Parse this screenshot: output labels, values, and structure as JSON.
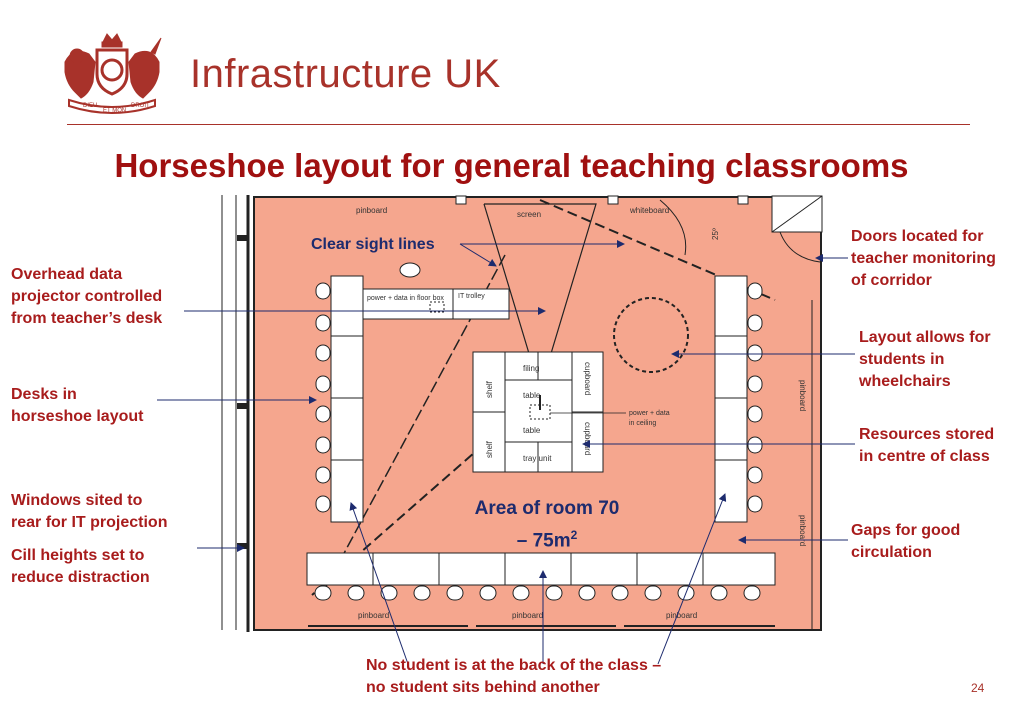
{
  "header": {
    "brand": "Infrastructure UK",
    "emblem_icon": "royal-coat-of-arms-icon",
    "emblem_mottos": [
      "DIEU",
      "ET MON",
      "DROIT"
    ]
  },
  "title": "Horseshoe layout for general teaching classrooms",
  "plan_labels": {
    "pinboard_top": "pinboard",
    "screen": "screen",
    "whiteboard": "whiteboard",
    "angle": "25º",
    "power_floor": "power + data in floor box",
    "it_trolley": "IT trolley",
    "shelf_top": "shelf",
    "shelf_bottom": "shelf",
    "filing": "filing",
    "table_top": "table",
    "table_bottom": "table",
    "tray_unit": "tray unit",
    "cupboard_top": "cupboard",
    "cupboard_bottom": "cupboard",
    "power_ceiling": "power + data in ceiling",
    "pinboard_right_1": "pinboard",
    "pinboard_right_2": "pinboard",
    "pinboard_bottom_1": "pinboard",
    "pinboard_bottom_2": "pinboard",
    "pinboard_bottom_3": "pinboard"
  },
  "area": {
    "line1": "Area of room 70",
    "line2": "– 75m",
    "sup": "2"
  },
  "callouts": {
    "clear_sight": "Clear sight lines",
    "projector": [
      "Overhead data",
      "projector controlled",
      "from teacher’s desk"
    ],
    "desks": [
      "Desks in",
      "horseshoe layout"
    ],
    "windows": [
      "Windows sited to",
      "rear for IT projection"
    ],
    "cill": [
      "Cill heights set to",
      "reduce distraction"
    ],
    "doors": [
      "Doors located for",
      "teacher monitoring",
      "of corridor"
    ],
    "wheelchairs": [
      "Layout allows for",
      "students in",
      "wheelchairs"
    ],
    "resources": [
      "Resources stored",
      "in centre of class"
    ],
    "gaps": [
      "Gaps for good",
      "circulation"
    ],
    "no_student": [
      "No student is at the back of the class –",
      "no student sits behind another"
    ]
  },
  "page_number": "24",
  "colors": {
    "room_fill": "#f5a68e",
    "brand_red": "#a8322a",
    "title_red": "#a01010",
    "callout_blue": "#1d2b6e"
  }
}
